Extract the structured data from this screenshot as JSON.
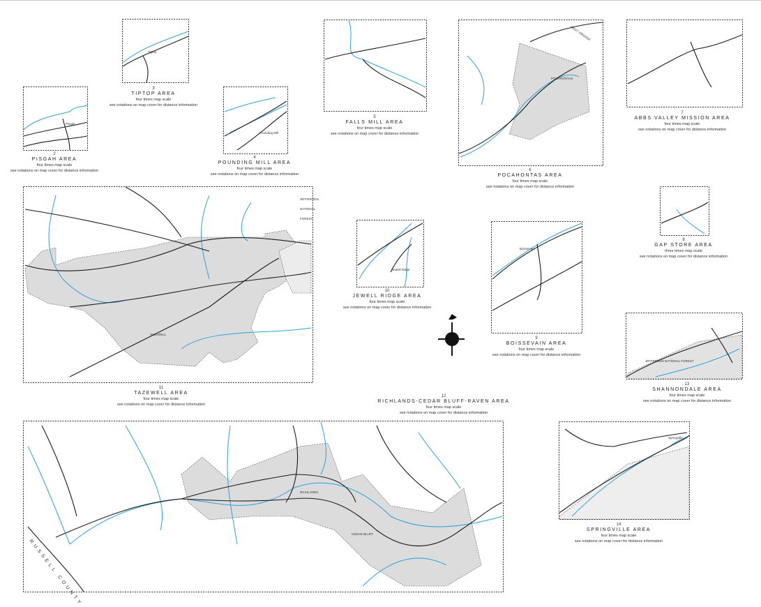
{
  "insets": [
    {
      "num": "2",
      "title": "PISGAH AREA",
      "scale": "four times map scale",
      "note": "see notations on map cover for distance information"
    },
    {
      "num": "3",
      "title": "TIPTOP AREA",
      "scale": "four times map scale",
      "note": "see notations on map cover for distance information"
    },
    {
      "num": "4",
      "title": "POUNDING MILL AREA",
      "scale": "four times map scale",
      "note": "see notations on map cover for distance information"
    },
    {
      "num": "5",
      "title": "FALLS MILL AREA",
      "scale": "four times map scale",
      "note": "see notations on map cover for distance information"
    },
    {
      "num": "6",
      "title": "POCAHONTAS AREA",
      "scale": "four times map scale",
      "note": "see notations on map cover for distance information"
    },
    {
      "num": "7",
      "title": "ABBS VALLEY MISSION AREA",
      "scale": "four times map scale",
      "note": "see notations on map cover for distance information"
    },
    {
      "num": "8",
      "title": "GAP STORE AREA",
      "scale": "three times map scale",
      "note": "see notations on map cover for distance information"
    },
    {
      "num": "9",
      "title": "BOISSEVAIN AREA",
      "scale": "four times map scale",
      "note": "see notations on map cover for distance information"
    },
    {
      "num": "10",
      "title": "JEWELL RIDGE AREA",
      "scale": "four times map scale",
      "note": "see notations on map cover for distance information"
    },
    {
      "num": "11",
      "title": "TAZEWELL AREA",
      "scale": "four times map scale",
      "note": "see notations on map cover for distance information"
    },
    {
      "num": "12",
      "title": "RICHLANDS-CEDAR BLUFF-RAVEN AREA",
      "scale": "four times map scale",
      "note": "see notations on map cover for distance information"
    },
    {
      "num": "13",
      "title": "SHANNONDALE AREA",
      "scale": "four times map scale",
      "note": "see notations on map cover for distance information"
    },
    {
      "num": "14",
      "title": "SPRINGVILLE AREA",
      "scale": "four times map scale",
      "note": "see notations on map cover for distance information"
    }
  ],
  "places": {
    "tiptop": "Tiptop",
    "pisgah": "Pisgah",
    "pounding_mill": "Pounding Mill",
    "pocahontas": "POCAHONTAS",
    "west_virginia": "WEST VIRGINIA",
    "jewell_ridge": "Jewell Ridge",
    "tazewell": "TAZEWELL",
    "jefferson": "JEFFERSON",
    "national": "NATIONAL",
    "forest": "FOREST",
    "richlands": "RICHLANDS",
    "cedar_bluff": "CEDAR BLUFF",
    "russell_county": "RUSSELL COUNTY",
    "springville": "Springville",
    "boissevain": "Boissevain",
    "shannondale_forest": "JEFFERSON NATIONAL FOREST"
  },
  "colors": {
    "road": "#1a1a1a",
    "water": "#29a3dd",
    "urban": "#dcdcdc",
    "forest": "#ececec",
    "border": "#333333"
  }
}
